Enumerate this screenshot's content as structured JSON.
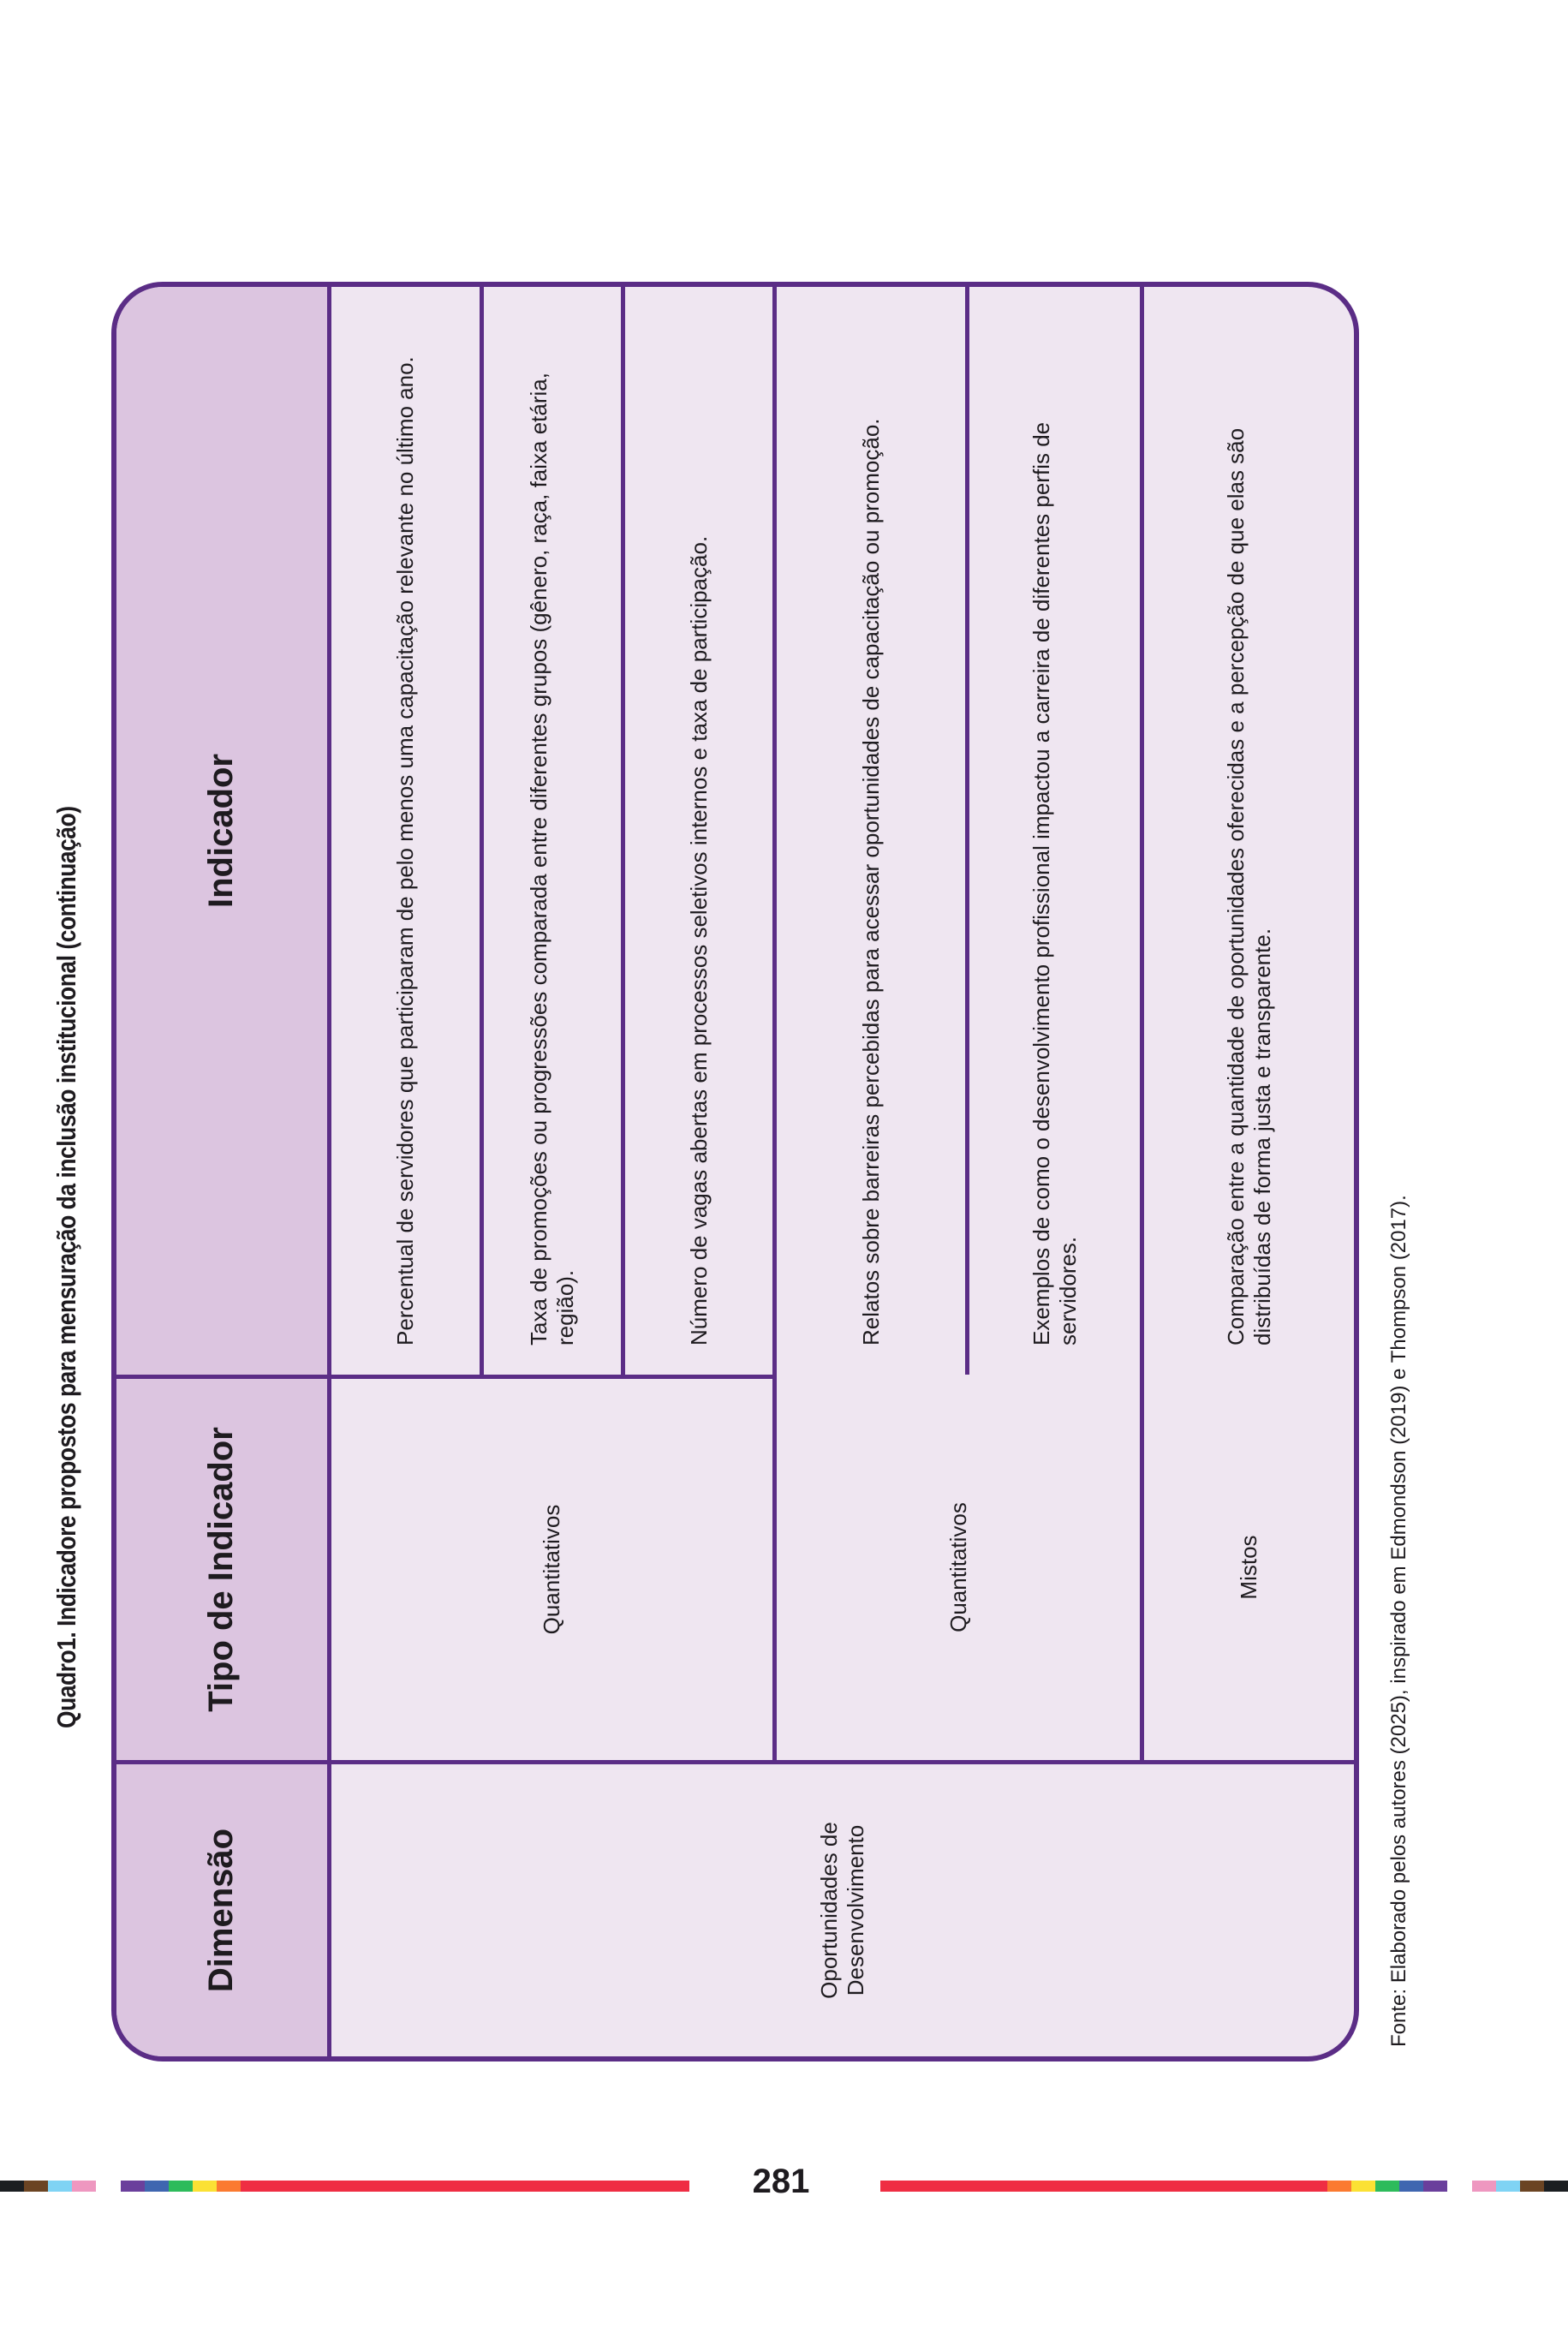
{
  "title": "Quadro1. Indicadore propostos para mensuração da inclusão institucional (continuação)",
  "table": {
    "headers": [
      "Dimensão",
      "Tipo de Indicador",
      "Indicador"
    ],
    "dimension": "Oportunidades de Desenvolvimento",
    "groups": [
      {
        "type": "Quantitativos",
        "indicators": [
          "Percentual de servidores que participaram de pelo menos uma capacitação relevante no último ano.",
          "Taxa de promoções ou progressões comparada entre diferentes grupos (gênero, raça, faixa etária, região).",
          "Número de vagas abertas em processos seletivos internos e taxa de participação."
        ]
      },
      {
        "type": "Quantitativos",
        "indicators": [
          "Relatos sobre barreiras percebidas para acessar oportunidades de capacitação ou promoção.",
          "Exemplos de como o desenvolvimento profissional impactou a carreira de diferentes perfis de servidores."
        ]
      },
      {
        "type": "Mistos",
        "indicators": [
          "Comparação entre a quantidade de oportunidades oferecidas e a percepção de que elas são distribuídas de forma justa e transparente."
        ]
      }
    ]
  },
  "source": "Fonte: Elaborado pelos autores (2025), inspirado em Edmondson (2019) e Thompson (2017).",
  "page_number": "281",
  "colors": {
    "border": "#5b2d86",
    "header_bg": "#dcc5e0",
    "body_bg": "#efe6f1",
    "red": "#ef2d43",
    "stripe_left": [
      "#1b1e21",
      "#6b4423",
      "#7fd3f4",
      "#ee97c0"
    ],
    "rainbow": [
      "#6a3f9c",
      "#3f66b0",
      "#2dbb5b",
      "#fbe134",
      "#fb7a30"
    ]
  }
}
